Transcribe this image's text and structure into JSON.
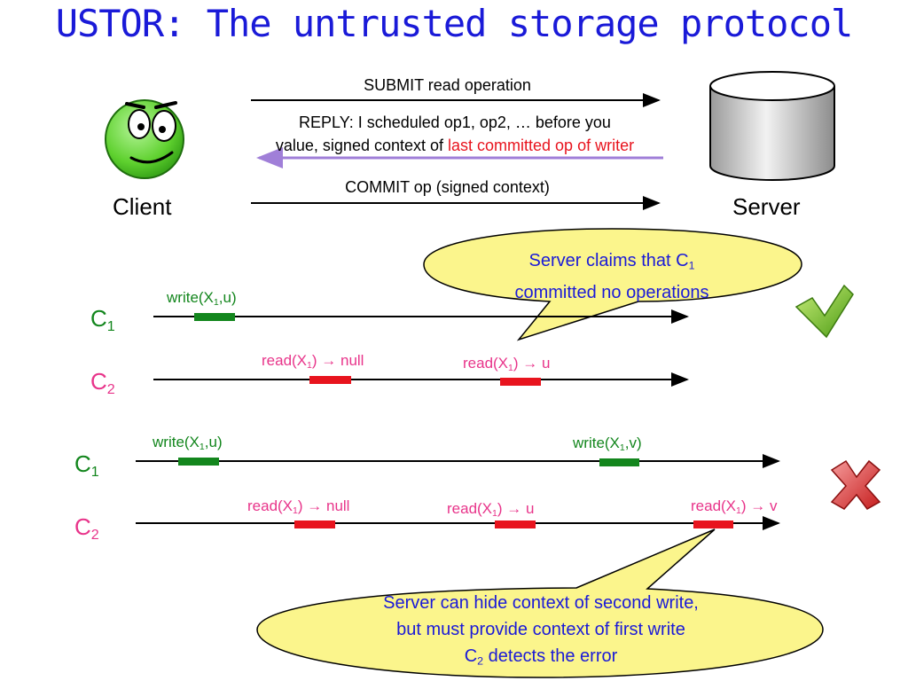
{
  "title": "USTOR: The untrusted storage protocol",
  "protocol": {
    "client_label": "Client",
    "server_label": "Server",
    "submit_label": "SUBMIT read operation",
    "reply_line1": "REPLY: I scheduled op1, op2, … before you",
    "reply_line2_prefix": "value, signed context of ",
    "reply_line2_highlight": "last committed op of writer",
    "commit_label": "COMMIT op (signed context)"
  },
  "scenario1": {
    "bubble_line1_prefix": "Server claims that C",
    "bubble_line1_sub": "1",
    "bubble_line2": "committed no operations",
    "c1": {
      "name": "C",
      "sub": "1"
    },
    "c2": {
      "name": "C",
      "sub": "2"
    },
    "ops": {
      "w1": {
        "pre": "write(X",
        "sub": "1",
        "post": ",u)"
      },
      "r1": {
        "pre": "read(X",
        "sub": "1",
        "post": ") → null"
      },
      "r2": {
        "pre": "read(X",
        "sub": "1",
        "post": ") → u"
      }
    },
    "result_icon": "checkmark-icon"
  },
  "scenario2": {
    "c1": {
      "name": "C",
      "sub": "1"
    },
    "c2": {
      "name": "C",
      "sub": "2"
    },
    "ops": {
      "w1": {
        "pre": "write(X",
        "sub": "1",
        "post": ",u)"
      },
      "w2": {
        "pre": "write(X",
        "sub": "1",
        "post": ",v)"
      },
      "r1": {
        "pre": "read(X",
        "sub": "1",
        "post": ") → null"
      },
      "r2": {
        "pre": "read(X",
        "sub": "1",
        "post": ") → u"
      },
      "r3": {
        "pre": "read(X",
        "sub": "1",
        "post": ") → v"
      }
    },
    "bubble_line1": "Server can hide context of second write,",
    "bubble_line2": "but must provide context of first write",
    "bubble_line3_pre": "C",
    "bubble_line3_sub": "2",
    "bubble_line3_post": " detects the error",
    "result_icon": "cross-icon"
  },
  "colors": {
    "title": "#1a1ad8",
    "write": "#13861d",
    "read": "#e8141e",
    "client_c2": "#e8348a",
    "bubble_fill": "#fbf58c",
    "reply_arrow": "#a07fd8"
  }
}
